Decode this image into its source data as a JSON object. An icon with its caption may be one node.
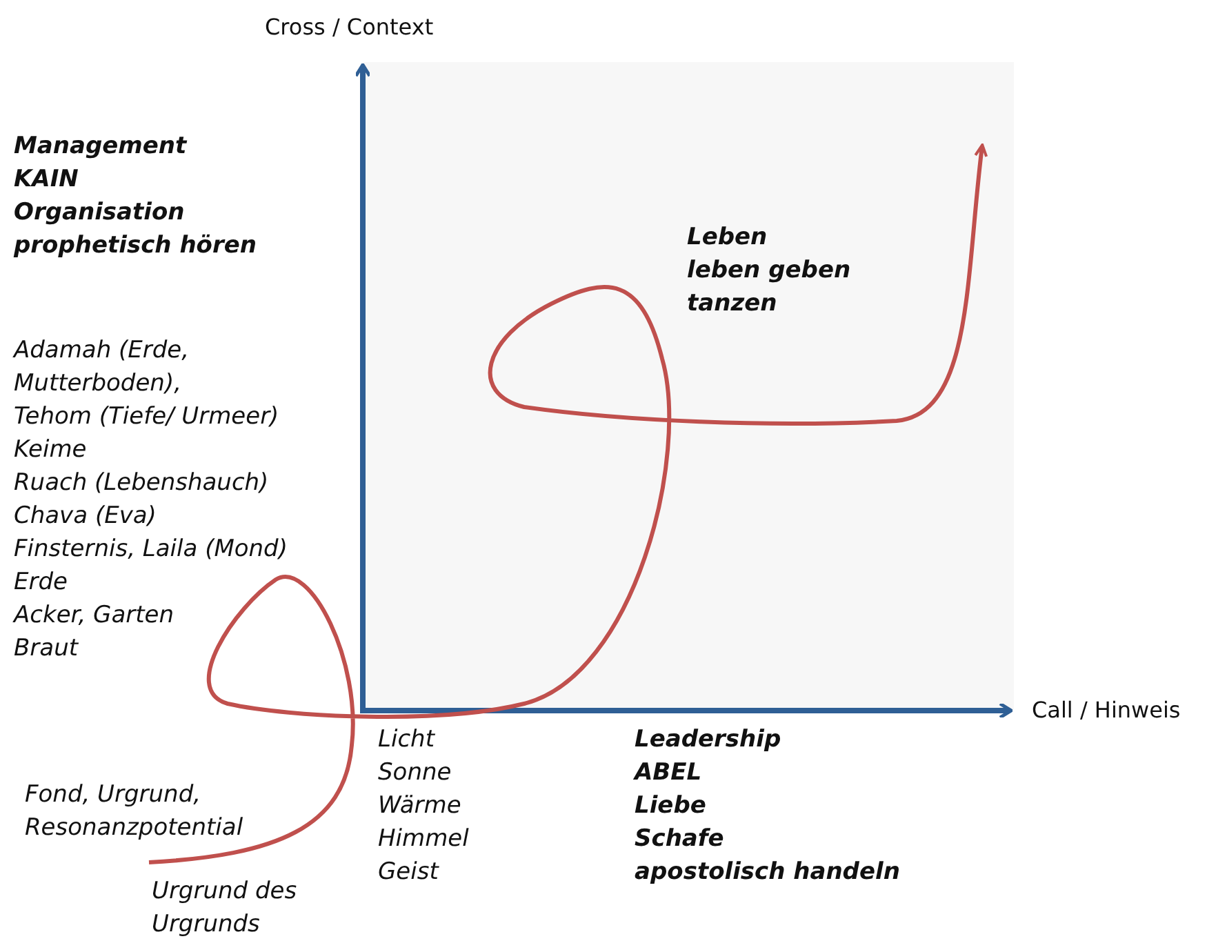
{
  "diagram": {
    "labels": [
      "Cross / Context",
      "Management",
      "KAIN",
      "Organisation",
      "prophetisch hören",
      "Leben",
      "leben geben",
      "tanzen",
      "Adamah (Erde, Mutterboden),",
      "Tehom (Tiefe/ Urmeer)",
      "Keime",
      "Ruach (Lebenshauch)",
      "Chava (Eva)",
      "Finsternis, Laila (Mond)",
      "Erde",
      "Acker, Garten",
      "Braut",
      "Call / Hinweis",
      "Licht",
      "Sonne",
      "Wärme",
      "Himmel",
      "Geist",
      "Leadership",
      "ABEL",
      "Liebe",
      "Schafe",
      "apostolisch handeln",
      "Fond, Urgrund, Resonanzpotential",
      "Urgrund des Urgrunds"
    ]
  }
}
